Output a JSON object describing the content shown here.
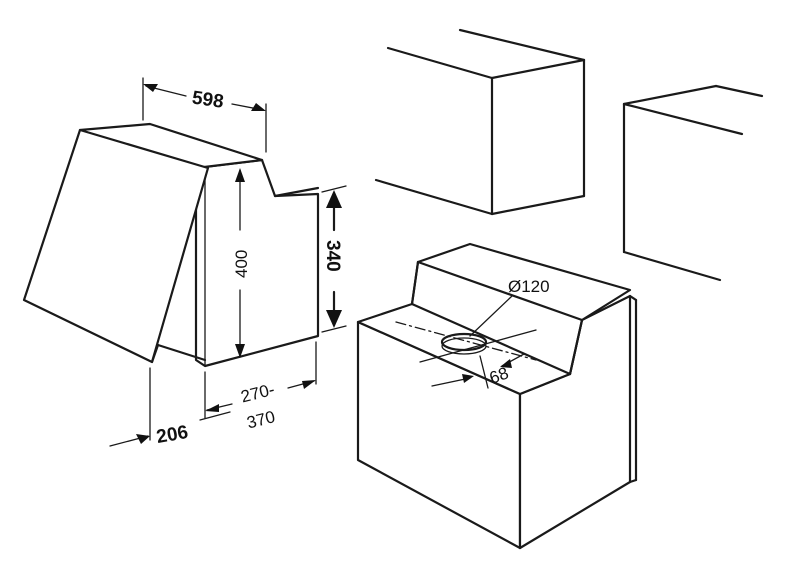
{
  "dimensions": {
    "width": "598",
    "height": "400",
    "side_height": "340",
    "depth": "206",
    "range_top": "270-",
    "range_bottom": "370",
    "duct_diameter": "Ø120",
    "duct_offset": "68"
  }
}
